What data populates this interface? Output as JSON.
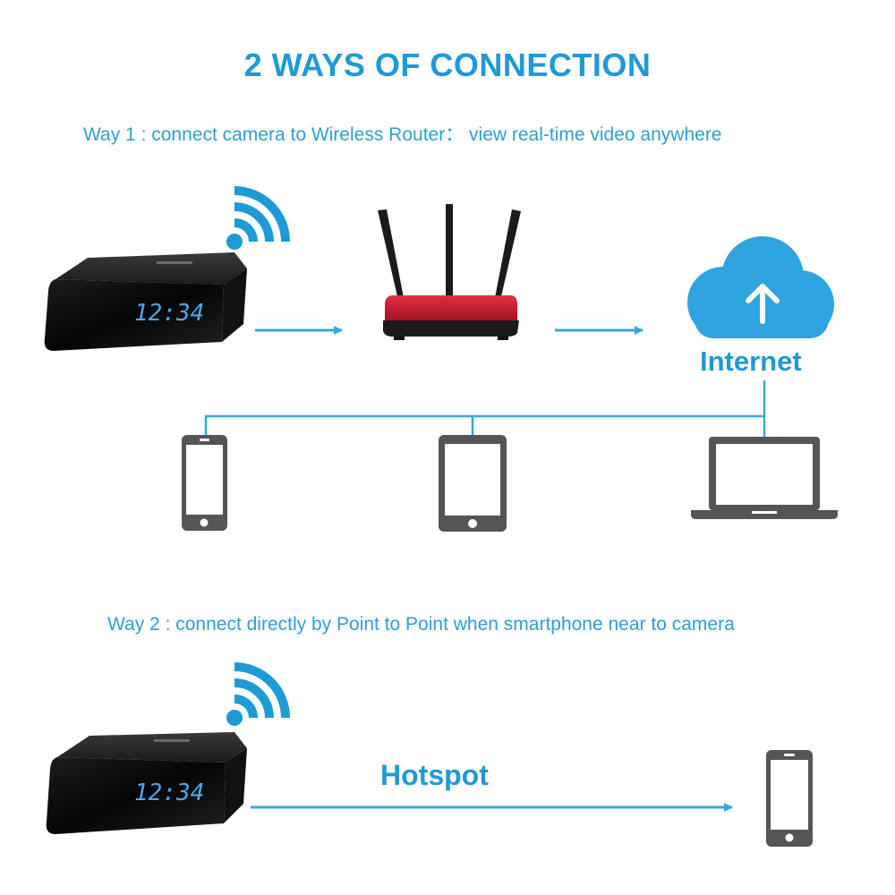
{
  "diagram": {
    "title": "2 WAYS OF CONNECTION",
    "way1": {
      "caption": "Way 1 : connect camera to Wireless Router： view real-time video anywhere",
      "camera_clock": "12:34",
      "internet_label": "Internet",
      "nodes": [
        "camera",
        "wifi-router",
        "internet-cloud",
        "smartphone",
        "tablet",
        "laptop"
      ]
    },
    "way2": {
      "caption": "Way 2 : connect directly by Point to Point when smartphone near to camera",
      "camera_clock": "12:34",
      "hotspot_label": "Hotspot",
      "nodes": [
        "camera",
        "smartphone"
      ]
    },
    "colors": {
      "accent_blue": "#1e9ad6",
      "line_blue": "#3aa6dc",
      "device_gray": "#555555",
      "router_red": "#c4142a",
      "clock_digits": "#4aa8e8"
    }
  }
}
